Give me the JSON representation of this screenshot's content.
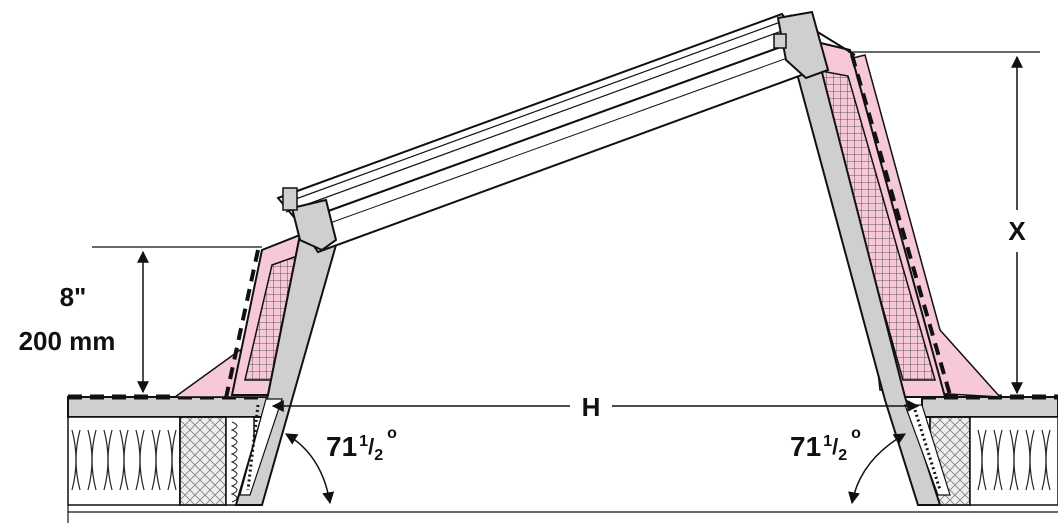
{
  "labels": {
    "height_imperial": "8\"",
    "height_metric": "200 mm",
    "x_dim": "X",
    "h_dim": "H",
    "angle_left": {
      "whole": "71",
      "num": "1",
      "slash": "/",
      "den": "2",
      "deg": "o"
    },
    "angle_right": {
      "whole": "71",
      "num": "1",
      "slash": "/",
      "den": "2",
      "deg": "o"
    }
  },
  "colors": {
    "insulation_pink": "#f7c9d6",
    "frame_gray": "#cfcfcf",
    "outline": "#111111",
    "glass": "#ffffff"
  }
}
